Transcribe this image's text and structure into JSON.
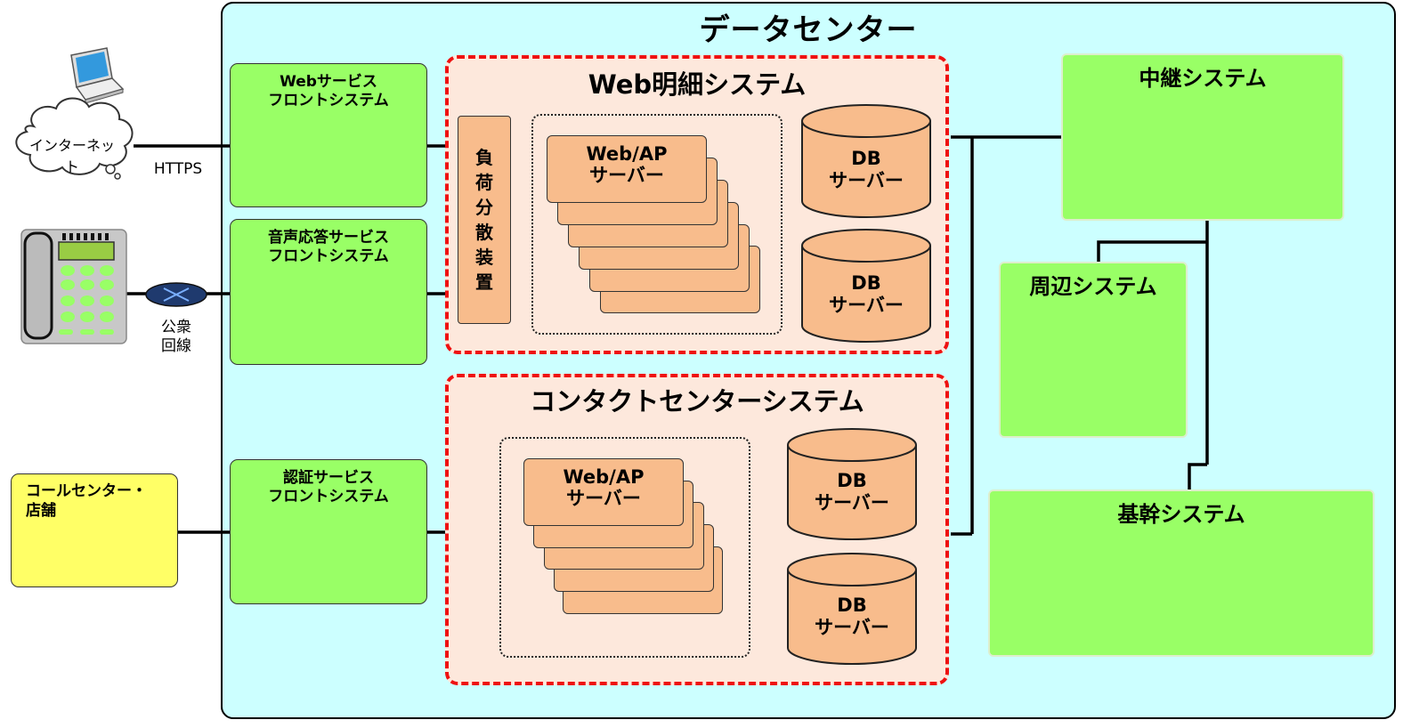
{
  "datacenter": {
    "title": "データセンター"
  },
  "external": {
    "internet_label": "インターネット",
    "https_label": "HTTPS",
    "public_line": [
      "公衆",
      "回線"
    ],
    "callcenter": [
      "コールセンター・",
      "店舗"
    ]
  },
  "front": {
    "web": [
      "Webサービス",
      "フロントシステム"
    ],
    "voice": [
      "音声応答サービス",
      "フロントシステム"
    ],
    "auth": [
      "認証サービス",
      "フロントシステム"
    ]
  },
  "web_detail": {
    "title": "Web明細システム",
    "load_balancer": [
      "負",
      "荷",
      "分",
      "散",
      "装",
      "置"
    ],
    "app_server": [
      "Web/AP",
      "サーバー"
    ],
    "db1": [
      "DB",
      "サーバー"
    ],
    "db2": [
      "DB",
      "サーバー"
    ]
  },
  "contact_center": {
    "title": "コンタクトセンターシステム",
    "app_server": [
      "Web/AP",
      "サーバー"
    ],
    "db1": [
      "DB",
      "サーバー"
    ],
    "db2": [
      "DB",
      "サーバー"
    ]
  },
  "right_systems": {
    "relay": "中継システム",
    "peripheral": "周辺システム",
    "core": "基幹システム"
  },
  "colors": {
    "datacenter_bg": "#ccffff",
    "system_bg": "#fde8dc",
    "system_border": "#ee1111",
    "front_green": "#99ff66",
    "server_orange": "#f8bc8c",
    "callcenter_yellow": "#ffff66"
  }
}
